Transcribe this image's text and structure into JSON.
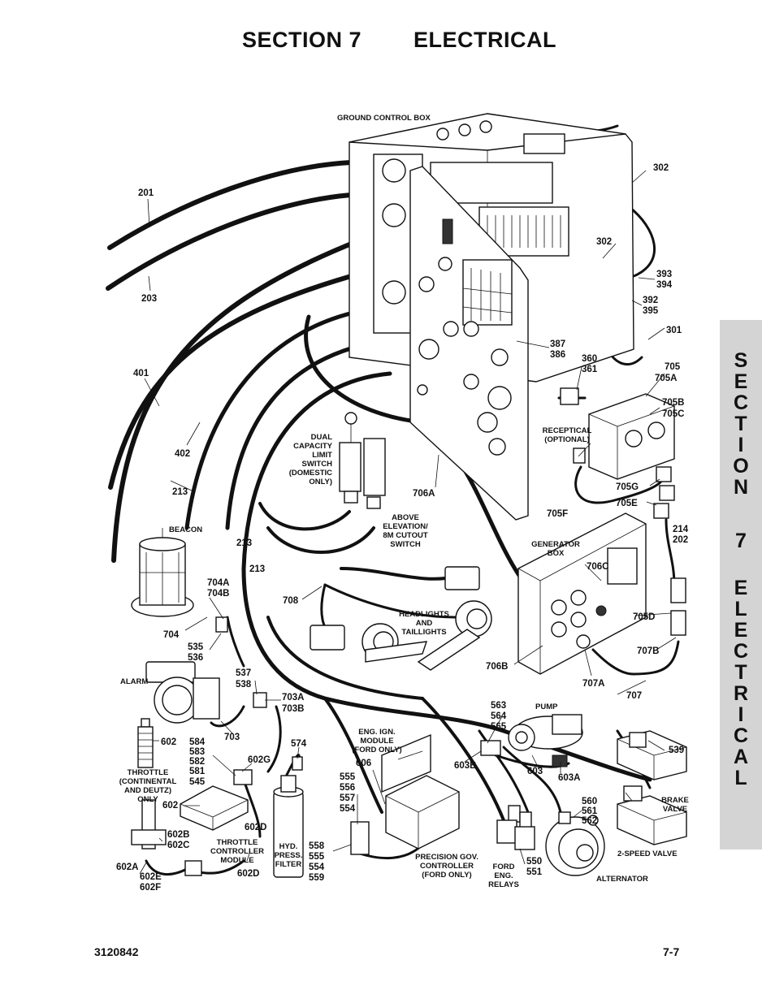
{
  "header": {
    "title": "SECTION 7        ELECTRICAL"
  },
  "side_tab": {
    "letters": [
      "S",
      "E",
      "C",
      "T",
      "I",
      "O",
      "N",
      "7",
      "E",
      "L",
      "E",
      "C",
      "T",
      "R",
      "I",
      "C",
      "A",
      "L"
    ]
  },
  "footer": {
    "doc_number": "3120842",
    "page_number": "7-7"
  },
  "diagram": {
    "components": {
      "ground_control_box": "GROUND CONTROL BOX",
      "dual_cap_1": "DUAL",
      "dual_cap_2": "CAPACITY",
      "dual_cap_3": "LIMIT",
      "dual_cap_4": "SWITCH",
      "dual_cap_5": "(DOMESTIC",
      "dual_cap_6": "ONLY)",
      "above_1": "ABOVE",
      "above_2": "ELEVATION/",
      "above_3": "8M CUTOUT",
      "above_4": "SWITCH",
      "receptical_1": "RECEPTICAL",
      "receptical_2": "(OPTIONAL)",
      "generator_1": "GENERATOR",
      "generator_2": "BOX",
      "beacon": "BEACON",
      "headlights_1": "HEADLIGHTS",
      "headlights_2": "AND",
      "headlights_3": "TAILLIGHTS",
      "alarm": "ALARM",
      "throttle_1": "THROTTLE",
      "throttle_2": "(CONTINENTAL",
      "throttle_3": "AND DEUTZ)",
      "throttle_4": "ONLY",
      "eng_ign_1": "ENG. IGN.",
      "eng_ign_2": "MODULE",
      "eng_ign_3": "(FORD ONLY)",
      "pump": "PUMP",
      "throttle_ctrl_1": "THROTTLE",
      "throttle_ctrl_2": "CONTROLLER",
      "throttle_ctrl_3": "MODULE",
      "hyd_1": "HYD.",
      "hyd_2": "PRESS.",
      "hyd_3": "FILTER",
      "precision_1": "PRECISION GOV.",
      "precision_2": "CONTROLLER",
      "precision_3": "(FORD ONLY)",
      "ford_1": "FORD",
      "ford_2": "ENG.",
      "ford_3": "RELAYS",
      "alternator": "ALTERNATOR",
      "brake_1": "BRAKE",
      "brake_2": "VALVE",
      "two_speed": "2-SPEED VALVE"
    },
    "callouts": {
      "c201": "201",
      "c203": "203",
      "c401": "401",
      "c402": "402",
      "c213a": "213",
      "c213b": "213",
      "c213c": "213",
      "c302a": "302",
      "c302b": "302",
      "c393": "393",
      "c394": "394",
      "c392": "392",
      "c395": "395",
      "c301": "301",
      "c387": "387",
      "c386": "386",
      "c360": "360",
      "c361": "361",
      "c705": "705",
      "c705A": "705A",
      "c705B": "705B",
      "c705C": "705C",
      "c705G": "705G",
      "c705E": "705E",
      "c705F": "705F",
      "c214": "214",
      "c202": "202",
      "c706A": "706A",
      "c706C": "706C",
      "c705D": "705D",
      "c707B": "707B",
      "c706B": "706B",
      "c707A": "707A",
      "c707": "707",
      "c708": "708",
      "c704A": "704A",
      "c704B": "704B",
      "c704": "704",
      "c535": "535",
      "c536": "536",
      "c537": "537",
      "c538": "538",
      "c703A": "703A",
      "c703B": "703B",
      "c703": "703",
      "c602": "602",
      "c584": "584",
      "c583": "583",
      "c582": "582",
      "c581": "581",
      "c545": "545",
      "c574": "574",
      "c602G": "602G",
      "c602b": "602",
      "c606": "606",
      "c555a": "555",
      "c556": "556",
      "c557": "557",
      "c554a": "554",
      "c563": "563",
      "c564": "564",
      "c565": "565",
      "c603B": "603B",
      "c603": "603",
      "c603A": "603A",
      "c539": "539",
      "c602D1": "602D",
      "c602B": "602B",
      "c602C": "602C",
      "c602A": "602A",
      "c602E": "602E",
      "c602F": "602F",
      "c602D2": "602D",
      "c558": "558",
      "c555b": "555",
      "c554b": "554",
      "c559": "559",
      "c560": "560",
      "c561": "561",
      "c562": "562",
      "c550": "550",
      "c551": "551"
    }
  }
}
